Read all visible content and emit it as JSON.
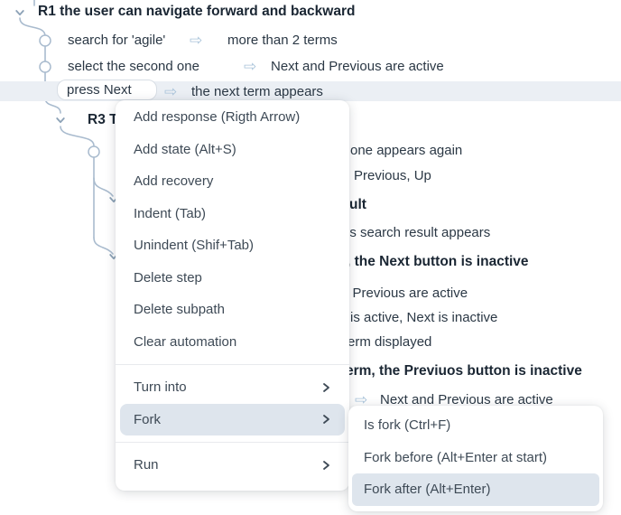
{
  "tree": {
    "heading_r1": "R1 the user can navigate forward and backward",
    "rows": [
      {
        "step": "search for 'agile'",
        "response": "more than 2 terms"
      },
      {
        "step": "select the second one",
        "response": "Next and Previous are active"
      },
      {
        "step": "press Next",
        "response": "the next term appears",
        "selected": true
      }
    ],
    "heading_r3_fragment": "R3 T",
    "occluded_fragments": [
      {
        "text": "one appears again",
        "bold": false
      },
      {
        "text": "Previous, Up",
        "bold": false
      },
      {
        "text": "ult",
        "bold": true
      },
      {
        "text": "is search result appears",
        "bold": false
      },
      {
        "text": ", the Next button is inactive",
        "bold": true
      },
      {
        "text": "d Previous are active",
        "bold": false
      },
      {
        "text": "is active, Next is inactive",
        "bold": false
      },
      {
        "text": "erm displayed",
        "bold": false
      },
      {
        "text": "erm, the Previuos button is inactive",
        "bold": true
      },
      {
        "text": "Next and Previous are active",
        "bold": false,
        "has_arrow": true
      }
    ]
  },
  "context_menu": {
    "items": [
      {
        "label": "Add response (Rigth Arrow)"
      },
      {
        "label": "Add state (Alt+S)"
      },
      {
        "label": "Add recovery"
      },
      {
        "label": "Indent (Tab)"
      },
      {
        "label": "Unindent (Shif+Tab)"
      },
      {
        "label": "Delete step"
      },
      {
        "label": "Delete subpath"
      },
      {
        "label": "Clear automation"
      },
      {
        "label": "Turn into",
        "has_submenu": true
      },
      {
        "label": "Fork",
        "has_submenu": true,
        "highlighted": true
      },
      {
        "label": "Run",
        "has_submenu": true
      }
    ]
  },
  "fork_submenu": {
    "items": [
      {
        "label": "Is fork (Ctrl+F)"
      },
      {
        "label": "Fork before (Alt+Enter at start)"
      },
      {
        "label": "Fork after (Alt+Enter)",
        "highlighted": true
      }
    ]
  },
  "icons": {
    "response_arrow": "⇨"
  },
  "colors": {
    "connector": "#a9bbce",
    "row_highlight": "#ebeff4",
    "menu_item_highlight": "#dee5ed",
    "heading_text": "#1a2633",
    "body_text": "#2b3845",
    "arrow_icon": "#a9c3da"
  }
}
